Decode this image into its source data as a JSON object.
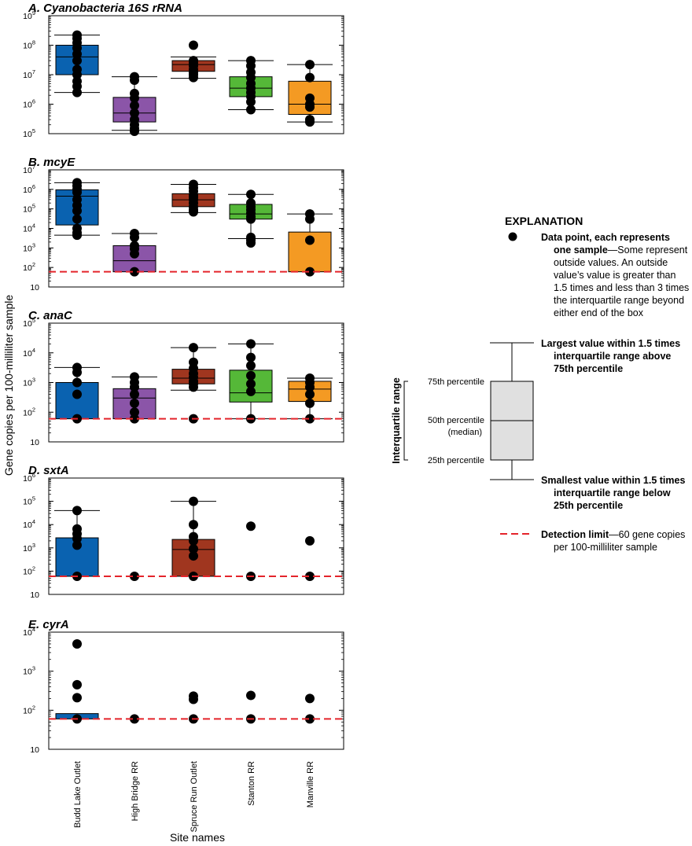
{
  "colors": {
    "Budd Lake Outlet": "#0a62b0",
    "High Bridge RR": "#8b55a8",
    "Spruce Run Outlet": "#a0361f",
    "Stanton RR": "#55b838",
    "Manville RR": "#f49a23",
    "detection_limit": "#e4242b",
    "explanation_box": "#e0e0e0"
  },
  "chart_data": {
    "type": "box",
    "categories": [
      "Budd Lake Outlet",
      "High Bridge RR",
      "Spruce Run Outlet",
      "Stanton RR",
      "Manville RR"
    ],
    "y_scale": "log",
    "ylabel": "Gene copies per 100-milliliter sample",
    "xlabel": "Site names",
    "detection_limit": 60,
    "panels": [
      {
        "id": "cyano",
        "title": "A. Cyanobacteria 16S rRNA",
        "ylim_exp": [
          5,
          9
        ],
        "yticks": [
          {
            "b": "10",
            "e": "5"
          },
          {
            "b": "10",
            "e": "6"
          },
          {
            "b": "10",
            "e": "7"
          },
          {
            "b": "10",
            "e": "8"
          },
          {
            "b": "10",
            "e": "9"
          }
        ],
        "show_detection_limit": false,
        "boxes": [
          {
            "q1": 10000000,
            "median": 40000000,
            "q3": 100000000,
            "wlo": 2500000,
            "whi": 220000000,
            "points": [
              220000000,
              170000000,
              120000000,
              80000000,
              50000000,
              30000000,
              15000000,
              10000000,
              6000000,
              4000000,
              2500000
            ]
          },
          {
            "q1": 250000,
            "median": 500000,
            "q3": 1700000,
            "wlo": 130000,
            "whi": 8500000,
            "points": [
              8500000,
              6500000,
              2300000,
              1600000,
              900000,
              500000,
              300000,
              200000,
              150000,
              120000
            ]
          },
          {
            "q1": 13000000,
            "median": 22000000,
            "q3": 30000000,
            "wlo": 7500000,
            "whi": 40000000,
            "points": [
              100000000,
              30000000,
              25000000,
              20000000,
              15000000,
              12000000,
              10000000,
              8000000
            ]
          },
          {
            "q1": 1800000,
            "median": 3500000,
            "q3": 8500000,
            "wlo": 650000,
            "whi": 30000000,
            "points": [
              30000000,
              20000000,
              12000000,
              8000000,
              5000000,
              3500000,
              2500000,
              1800000,
              1200000,
              650000
            ]
          },
          {
            "q1": 450000,
            "median": 1000000,
            "q3": 6000000,
            "wlo": 250000,
            "whi": 22000000,
            "points": [
              22000000,
              8000000,
              1600000,
              1000000,
              800000,
              300000,
              250000
            ]
          }
        ]
      },
      {
        "id": "mcye",
        "title": "B. mcyE",
        "ylim_exp": [
          1,
          7
        ],
        "yticks": [
          {
            "b": "10",
            "e": ""
          },
          {
            "b": "10",
            "e": "2"
          },
          {
            "b": "10",
            "e": "3"
          },
          {
            "b": "10",
            "e": "4"
          },
          {
            "b": "10",
            "e": "5"
          },
          {
            "b": "10",
            "e": "6"
          },
          {
            "b": "10",
            "e": "7"
          }
        ],
        "show_detection_limit": true,
        "boxes": [
          {
            "q1": 15000,
            "median": 450000,
            "q3": 950000,
            "wlo": 4500,
            "whi": 2200000,
            "points": [
              2200000,
              1500000,
              1000000,
              700000,
              300000,
              150000,
              80000,
              30000,
              10000,
              6000,
              4500
            ]
          },
          {
            "q1": 60,
            "median": 220,
            "q3": 1300,
            "wlo": 60,
            "whi": 5500,
            "points": [
              5500,
              3500,
              1300,
              900,
              500,
              60
            ]
          },
          {
            "q1": 130000,
            "median": 290000,
            "q3": 600000,
            "wlo": 65000,
            "whi": 1800000,
            "points": [
              1800000,
              1200000,
              800000,
              500000,
              400000,
              300000,
              200000,
              130000,
              90000,
              70000
            ]
          },
          {
            "q1": 30000,
            "median": 55000,
            "q3": 170000,
            "wlo": 3000,
            "whi": 550000,
            "points": [
              550000,
              200000,
              130000,
              90000,
              60000,
              40000,
              30000,
              3500,
              2500,
              1800
            ]
          },
          {
            "q1": 60,
            "median": 60,
            "q3": 6500,
            "wlo": 60,
            "whi": 55000,
            "points": [
              55000,
              30000,
              2500,
              60
            ]
          }
        ]
      },
      {
        "id": "anac",
        "title": "C. anaC",
        "ylim_exp": [
          1,
          5
        ],
        "yticks": [
          {
            "b": "10",
            "e": ""
          },
          {
            "b": "10",
            "e": "2"
          },
          {
            "b": "10",
            "e": "3"
          },
          {
            "b": "10",
            "e": "4"
          },
          {
            "b": "10",
            "e": "5"
          }
        ],
        "show_detection_limit": true,
        "boxes": [
          {
            "q1": 60,
            "median": 60,
            "q3": 1000,
            "wlo": 60,
            "whi": 3200,
            "points": [
              3200,
              2200,
              1000,
              400,
              60
            ]
          },
          {
            "q1": 60,
            "median": 300,
            "q3": 620,
            "wlo": 60,
            "whi": 1550,
            "points": [
              1550,
              1000,
              700,
              400,
              200,
              100,
              60
            ]
          },
          {
            "q1": 900,
            "median": 1400,
            "q3": 2800,
            "wlo": 550,
            "whi": 15000,
            "points": [
              15000,
              4800,
              3000,
              2000,
              1500,
              1100,
              900,
              700,
              60
            ]
          },
          {
            "q1": 220,
            "median": 450,
            "q3": 2600,
            "wlo": 60,
            "whi": 20000,
            "points": [
              20000,
              7000,
              3700,
              1700,
              900,
              500,
              60
            ]
          },
          {
            "q1": 230,
            "median": 600,
            "q3": 1100,
            "wlo": 60,
            "whi": 1400,
            "points": [
              1400,
              1000,
              700,
              400,
              200,
              60
            ]
          }
        ]
      },
      {
        "id": "sxta",
        "title": "D. sxtA",
        "ylim_exp": [
          1,
          6
        ],
        "yticks": [
          {
            "b": "10",
            "e": ""
          },
          {
            "b": "10",
            "e": "2"
          },
          {
            "b": "10",
            "e": "3"
          },
          {
            "b": "10",
            "e": "4"
          },
          {
            "b": "10",
            "e": "5"
          },
          {
            "b": "10",
            "e": "6"
          }
        ],
        "show_detection_limit": true,
        "boxes": [
          {
            "q1": 60,
            "median": 60,
            "q3": 2700,
            "wlo": 60,
            "whi": 40000,
            "points": [
              40000,
              6500,
              4000,
              2500,
              1300,
              60
            ]
          },
          {
            "q1": 60,
            "median": 60,
            "q3": 60,
            "wlo": 60,
            "whi": 60,
            "points": [
              60
            ]
          },
          {
            "q1": 60,
            "median": 850,
            "q3": 2300,
            "wlo": 60,
            "whi": 100000,
            "points": [
              100000,
              10000,
              3000,
              2000,
              900,
              450,
              60
            ]
          },
          {
            "q1": 60,
            "median": 60,
            "q3": 60,
            "wlo": 60,
            "whi": 60,
            "points": [
              8500,
              60
            ]
          },
          {
            "q1": 60,
            "median": 60,
            "q3": 60,
            "wlo": 60,
            "whi": 60,
            "points": [
              2000,
              60
            ]
          }
        ]
      },
      {
        "id": "cyra",
        "title": "E. cyrA",
        "ylim_exp": [
          1,
          4
        ],
        "yticks": [
          {
            "b": "10",
            "e": ""
          },
          {
            "b": "10",
            "e": "2"
          },
          {
            "b": "10",
            "e": "3"
          },
          {
            "b": "10",
            "e": "4"
          }
        ],
        "show_detection_limit": true,
        "boxes": [
          {
            "q1": 60,
            "median": 60,
            "q3": 82,
            "wlo": 60,
            "whi": 82,
            "points": [
              5000,
              450,
              210,
              60
            ]
          },
          {
            "q1": 60,
            "median": 60,
            "q3": 60,
            "wlo": 60,
            "whi": 60,
            "points": [
              60
            ]
          },
          {
            "q1": 60,
            "median": 60,
            "q3": 60,
            "wlo": 60,
            "whi": 60,
            "points": [
              230,
              190,
              60
            ]
          },
          {
            "q1": 60,
            "median": 60,
            "q3": 60,
            "wlo": 60,
            "whi": 60,
            "points": [
              240,
              60
            ]
          },
          {
            "q1": 60,
            "median": 60,
            "q3": 60,
            "wlo": 60,
            "whi": 60,
            "points": [
              200,
              60
            ]
          }
        ]
      }
    ]
  },
  "explanation": {
    "heading": "EXPLANATION",
    "datapoint_bold_1": "Data point, each represents",
    "datapoint_bold_2": "one sample",
    "datapoint_text_1": "—Some represent",
    "datapoint_text_2": "outside values. An outside",
    "datapoint_text_3": "value’s value is greater than",
    "datapoint_text_4": "1.5 times and less than 3 times",
    "datapoint_text_5": "the interquartile range beyond",
    "datapoint_text_6": "either end of the box",
    "largest_1": "Largest value within 1.5 times",
    "largest_2": "interquartile range above",
    "largest_3": "75th percentile",
    "p75": "75th percentile",
    "p50": "50th percentile",
    "median": "(median)",
    "p25": "25th percentile",
    "iqr_label": "Interquartile range",
    "smallest_1": "Smallest value within 1.5 times",
    "smallest_2": "interquartile range below",
    "smallest_3": "25th percentile",
    "detection_bold": "Detection limit",
    "detection_text_1": "—60 gene copies",
    "detection_text_2": "per 100-milliliter sample"
  }
}
